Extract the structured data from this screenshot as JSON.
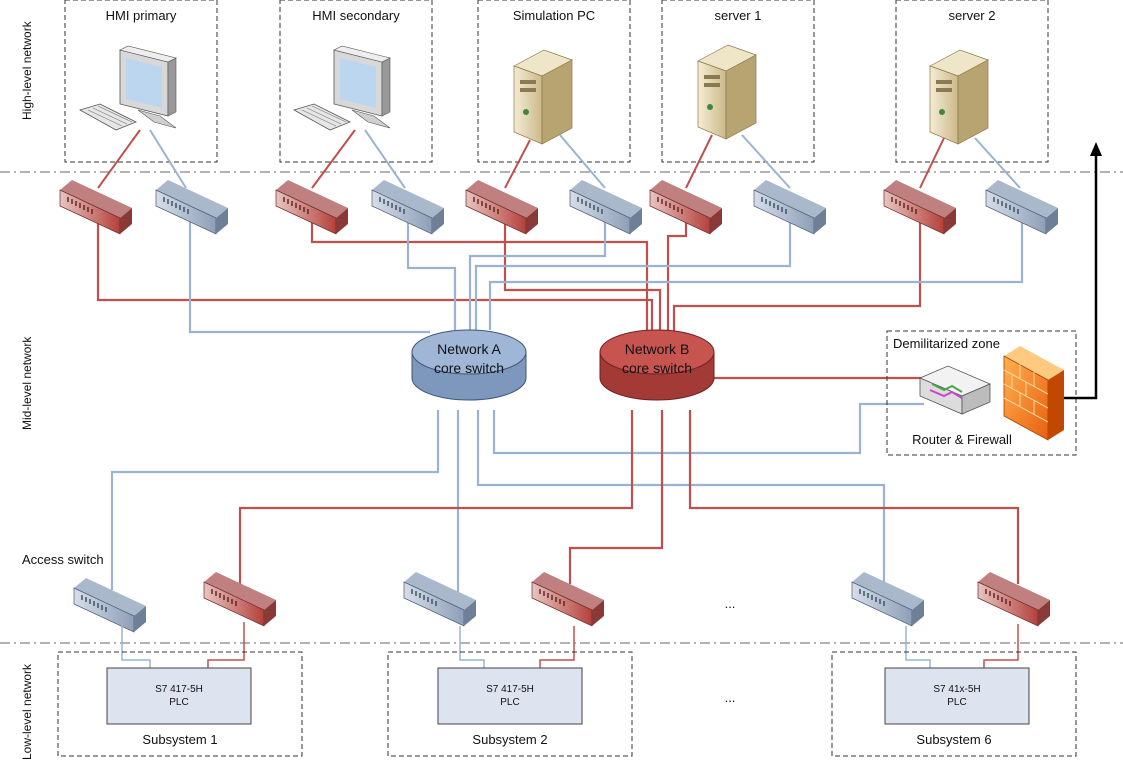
{
  "tiers": {
    "high": "High-level network",
    "mid": "Mid-level network",
    "low": "Low-level network"
  },
  "stations": [
    {
      "label": "HMI primary",
      "kind": "workstation"
    },
    {
      "label": "HMI secondary",
      "kind": "workstation"
    },
    {
      "label": "Simulation PC",
      "kind": "server"
    },
    {
      "label": "server 1",
      "kind": "server"
    },
    {
      "label": "server 2",
      "kind": "server"
    }
  ],
  "core": {
    "a_line1": "Network A",
    "a_line2": "core switch",
    "b_line1": "Network B",
    "b_line2": "core switch"
  },
  "dmz": {
    "title": "Demilitarized zone",
    "caption": "Router & Firewall"
  },
  "access_label": "Access switch",
  "ellipsis": "...",
  "subsystems": [
    {
      "label": "Subsystem 1",
      "plc_line1": "S7 417-5H",
      "plc_line2": "PLC"
    },
    {
      "label": "Subsystem 2",
      "plc_line1": "S7 417-5H",
      "plc_line2": "PLC"
    },
    {
      "label": "Subsystem 6",
      "plc_line1": "S7 41x-5H",
      "plc_line2": "PLC"
    }
  ],
  "colors": {
    "network_a": "#8fa8c8",
    "network_b": "#c0504d",
    "link_a": "#9bb3d0",
    "link_b": "#c0504d"
  }
}
